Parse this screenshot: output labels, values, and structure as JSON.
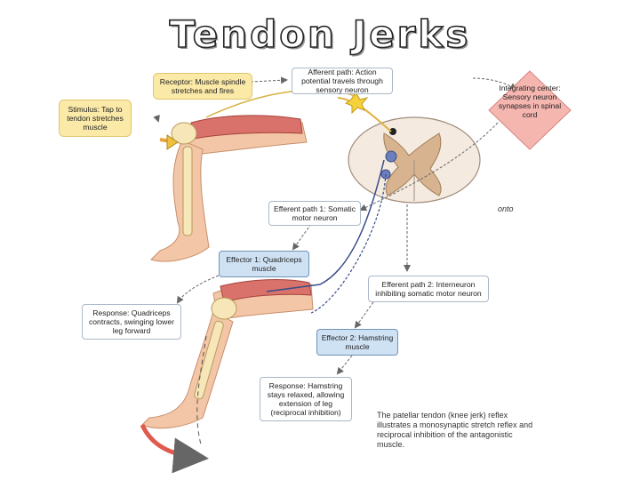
{
  "title": "Tendon Jerks",
  "labels": {
    "stimulus": "Stimulus: Tap to tendon stretches muscle",
    "receptor": "Receptor: Muscle spindle stretches and fires",
    "afferent": "Afferent path: Action potential travels through sensory neuron",
    "integrating": "Integrating center: Sensory neuron synapses in spinal cord",
    "efferent1": "Efferent path 1: Somatic motor neuron",
    "effector1": "Effector 1: Quadriceps muscle",
    "efferent2": "Efferent path 2: Interneuron inhibiting somatic motor neuron",
    "response1": "Response: Quadriceps contracts, swinging lower leg forward",
    "effector2": "Effector 2: Hamstring muscle",
    "response2": "Response: Hamstring stays relaxed, allowing extension of leg (reciprocal inhibition)",
    "caption": "The patellar tendon (knee jerk) reflex illustrates a monosynaptic stretch reflex and reciprocal inhibition of the antagonistic muscle.",
    "clipped": "onto"
  }
}
